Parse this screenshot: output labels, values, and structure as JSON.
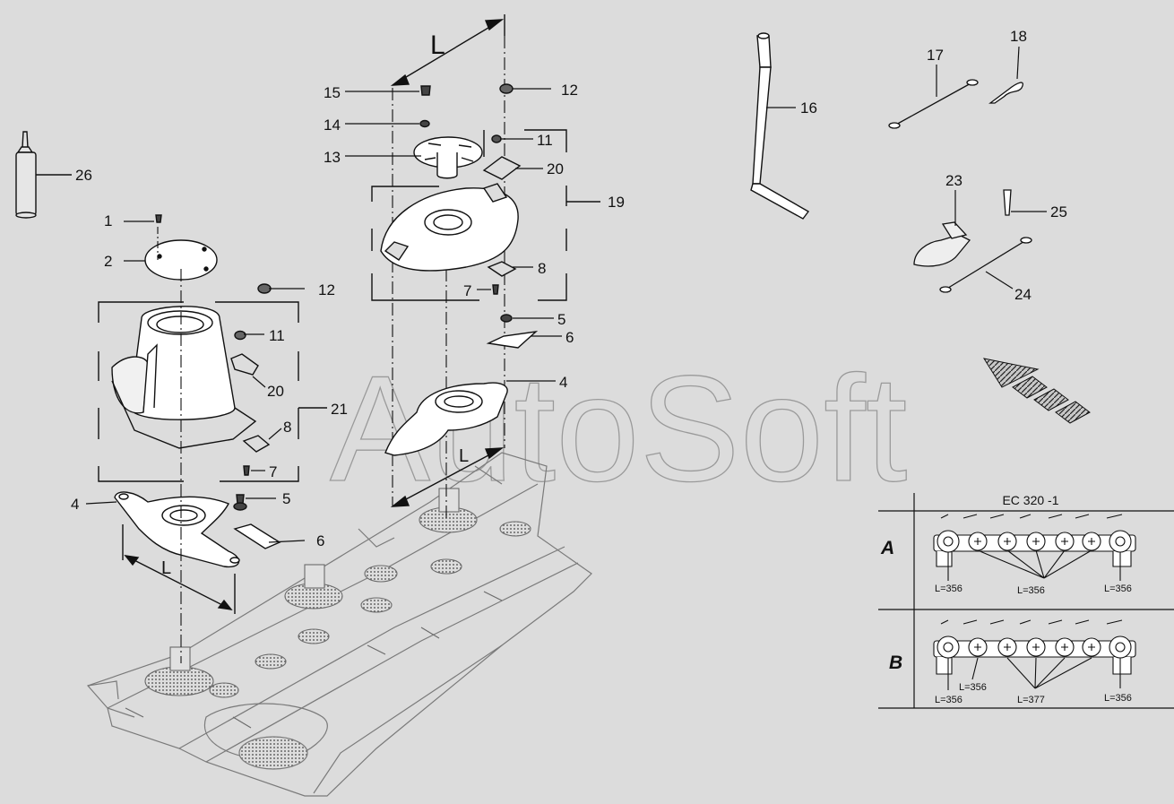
{
  "watermark": "AutoSoft",
  "dimension_label": "L",
  "callouts": {
    "c1": "1",
    "c2": "2",
    "c4a": "4",
    "c4b": "4",
    "c5a": "5",
    "c5b": "5",
    "c6a": "6",
    "c6b": "6",
    "c7a": "7",
    "c7b": "7",
    "c8a": "8",
    "c8b": "8",
    "c11a": "11",
    "c11b": "11",
    "c12a": "12",
    "c12b": "12",
    "c13": "13",
    "c14": "14",
    "c15": "15",
    "c16": "16",
    "c17": "17",
    "c18": "18",
    "c19": "19",
    "c20a": "20",
    "c20b": "20",
    "c21": "21",
    "c23": "23",
    "c24": "24",
    "c25": "25",
    "c26": "26"
  },
  "config_table": {
    "title": "EC 320 -1",
    "row_a": {
      "label": "A",
      "left": "L=356",
      "middle": "L=356",
      "right": "L=356"
    },
    "row_b": {
      "label": "B",
      "left": "L=356",
      "left2": "L=356",
      "middle": "L=377",
      "right": "L=356"
    }
  }
}
